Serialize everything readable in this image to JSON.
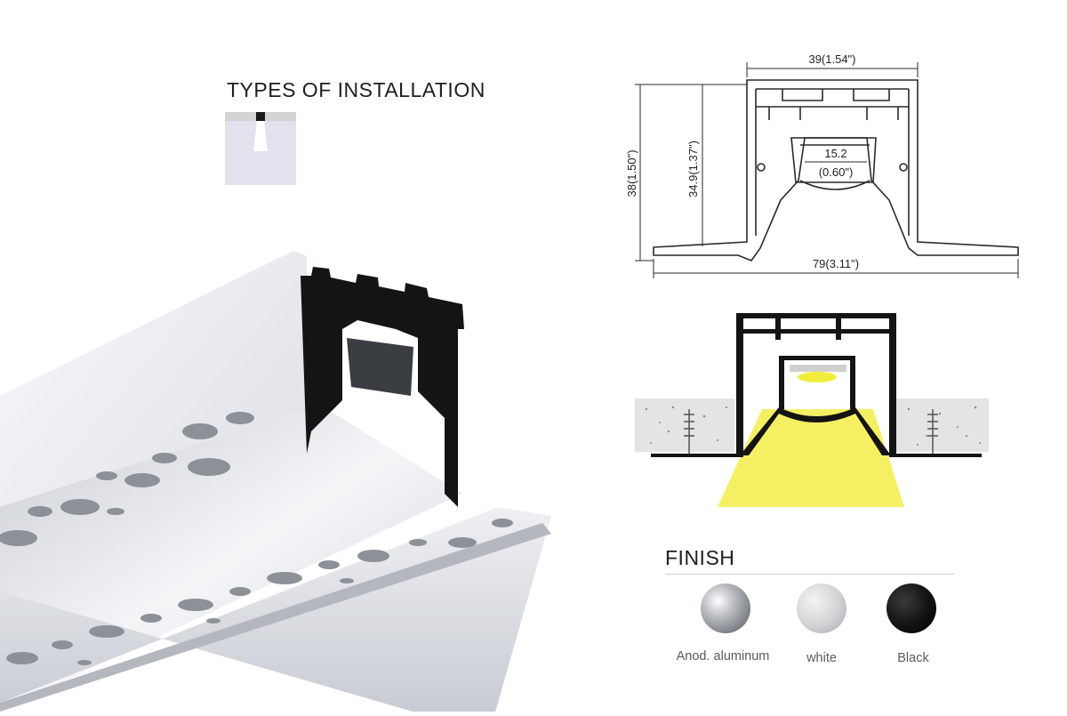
{
  "installation": {
    "title": "TYPES OF INSTALLATION",
    "icon": "recessed-ceiling-install-icon"
  },
  "dimensions": {
    "top_width": "39(1.54\")",
    "total_height": "38(1.50\")",
    "body_height": "34.9(1.37\")",
    "inner_width_mm": "15.2",
    "inner_width_in": "(0.60\")",
    "flange_width": "79(3.11\")"
  },
  "finish": {
    "title": "FINISH",
    "options": [
      {
        "label": "Anod. aluminum",
        "color": "#9a9ca0"
      },
      {
        "label": "white",
        "color": "#d4d4d6"
      },
      {
        "label": "Black",
        "color": "#111111"
      }
    ]
  },
  "colors": {
    "light": "#f2ec3c",
    "profile_black": "#141414",
    "aluminum": "#e6e8ec"
  }
}
